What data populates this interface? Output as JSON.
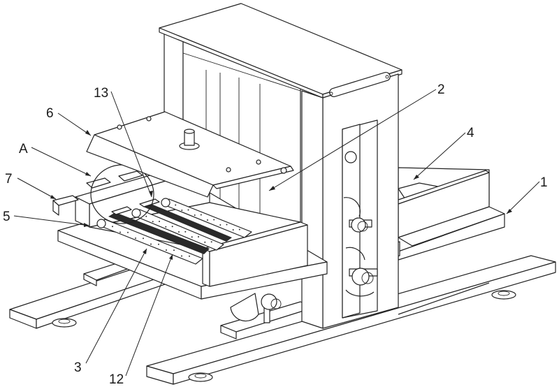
{
  "figure": {
    "type": "isometric patent line drawing",
    "subject": "roller brush cleaning machine with portal frame",
    "colors": {
      "line": "#222222",
      "background": "#ffffff",
      "brush": "#2a2a2a"
    }
  },
  "callouts": [
    {
      "id": "13",
      "label": "13"
    },
    {
      "id": "2",
      "label": "2"
    },
    {
      "id": "6",
      "label": "6"
    },
    {
      "id": "A",
      "label": "A"
    },
    {
      "id": "4",
      "label": "4"
    },
    {
      "id": "7",
      "label": "7"
    },
    {
      "id": "1",
      "label": "1"
    },
    {
      "id": "5",
      "label": "5"
    },
    {
      "id": "3",
      "label": "3"
    },
    {
      "id": "12",
      "label": "12"
    }
  ]
}
